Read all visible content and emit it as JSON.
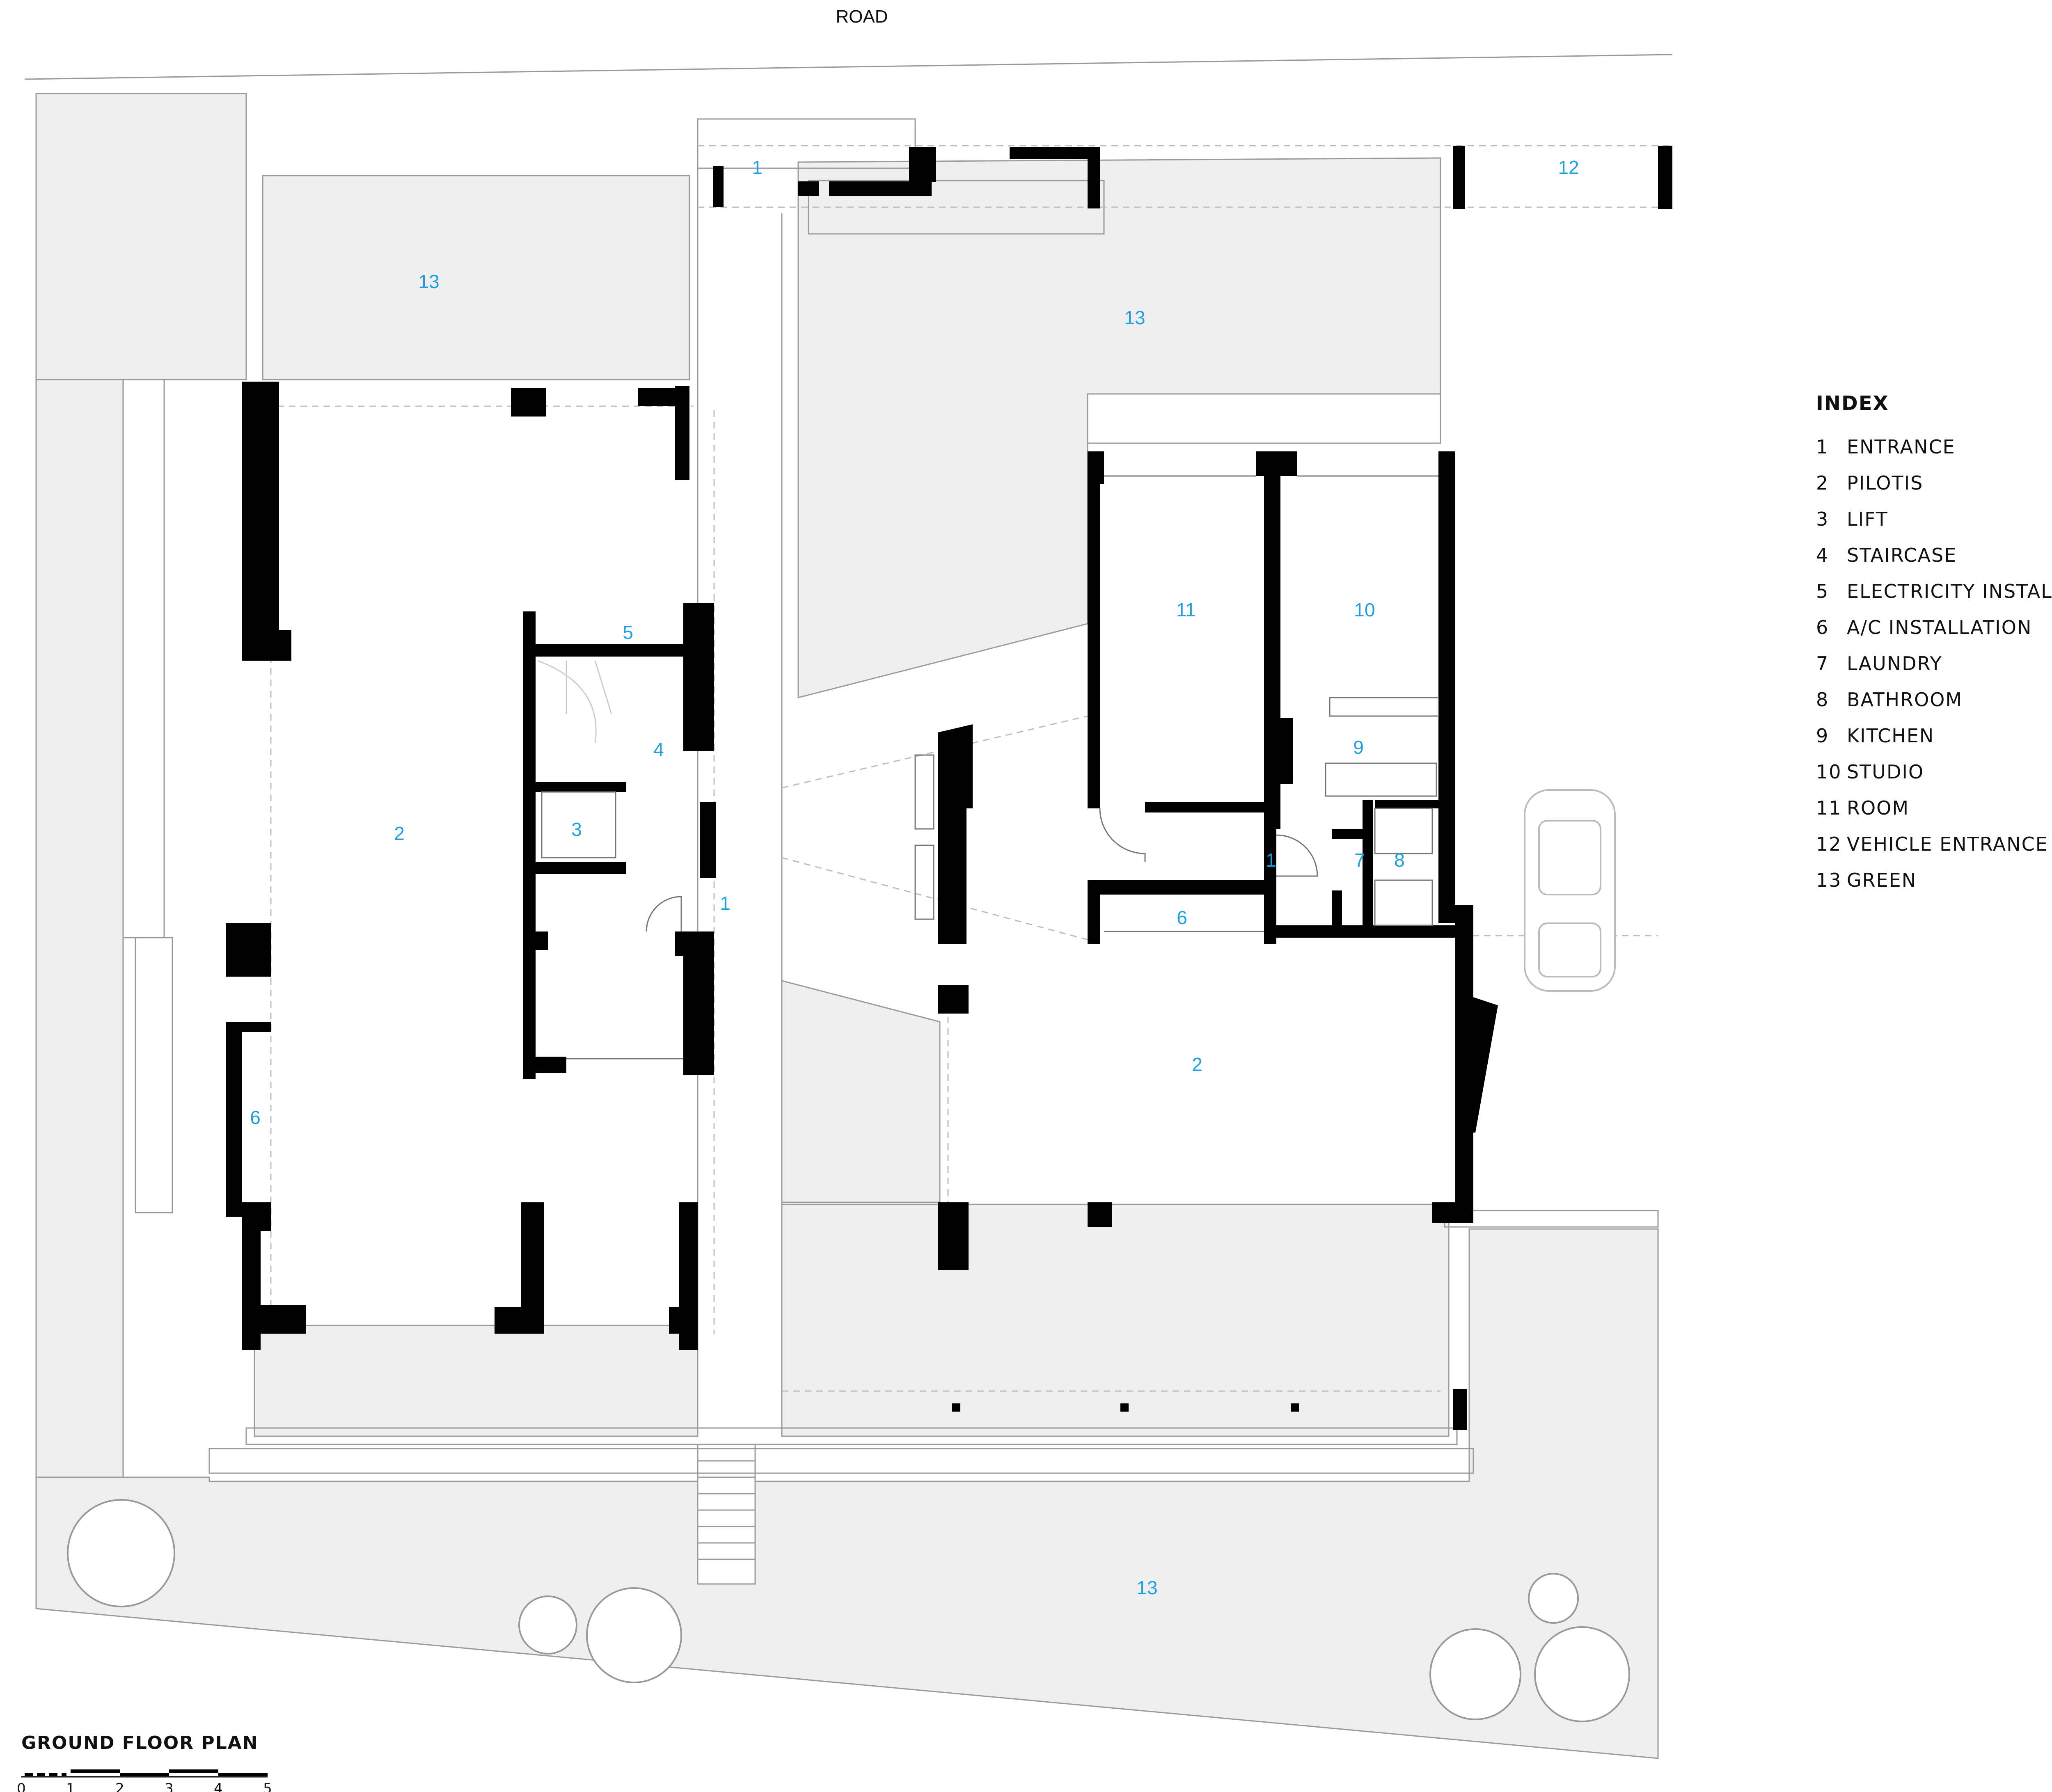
{
  "road_label": "ROAD",
  "plan_title": "GROUND FLOOR PLAN",
  "scale_ticks": [
    "0",
    "1",
    "2",
    "3",
    "4",
    "5"
  ],
  "index": {
    "title": "INDEX",
    "items": [
      {
        "num": "1",
        "label": "ENTRANCE"
      },
      {
        "num": "2",
        "label": "PILOTIS"
      },
      {
        "num": "3",
        "label": "LIFT"
      },
      {
        "num": "4",
        "label": "STAIRCASE"
      },
      {
        "num": "5",
        "label": "ELECTRICITY INSTALLATION"
      },
      {
        "num": "6",
        "label": "A/C INSTALLATION"
      },
      {
        "num": "7",
        "label": "LAUNDRY"
      },
      {
        "num": "8",
        "label": "BATHROOM"
      },
      {
        "num": "9",
        "label": "KITCHEN"
      },
      {
        "num": "10",
        "label": "STUDIO"
      },
      {
        "num": "11",
        "label": "ROOM"
      },
      {
        "num": "12",
        "label": "VEHICLE ENTRANCE"
      },
      {
        "num": "13",
        "label": "GREEN"
      }
    ]
  },
  "room_labels": {
    "entrance_top": "1",
    "vehicle_entrance": "12",
    "green_top_left": "13",
    "green_top_center": "13",
    "green_bottom": "13",
    "room": "11",
    "studio": "10",
    "electricity": "5",
    "staircase": "4",
    "lift": "3",
    "pilotis_left": "2",
    "pilotis_right": "2",
    "entrance_center": "1",
    "ac_left": "6",
    "ac_right": "6",
    "kitchen": "9",
    "entrance_service": "1",
    "laundry": "7",
    "bathroom": "8"
  },
  "colors": {
    "wall": "#000000",
    "green_fill": "#efefef",
    "label": "#1ea0e0",
    "line": "#9a9a9a"
  }
}
